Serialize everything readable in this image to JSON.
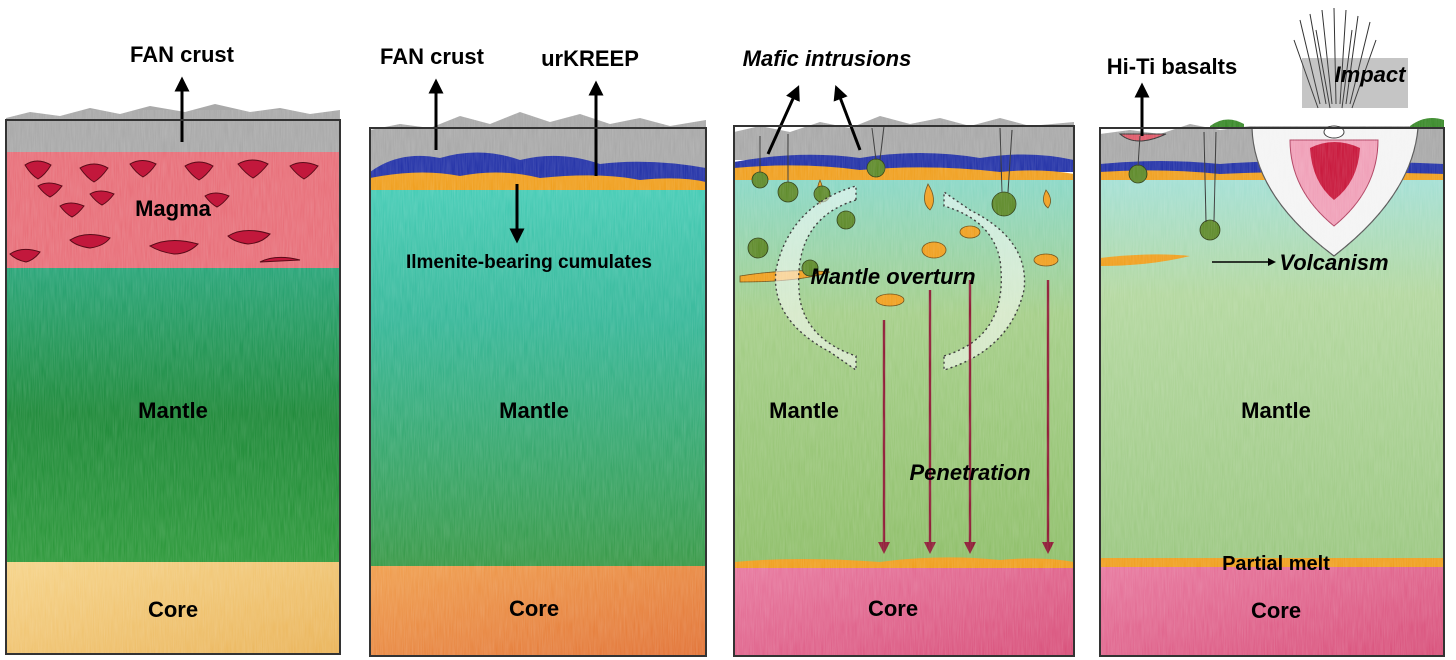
{
  "panels": [
    {
      "id": "p1",
      "labels": {
        "crust": "FAN crust",
        "magma": "Magma",
        "mantle": "Mantle",
        "core": "Core"
      }
    },
    {
      "id": "p2",
      "labels": {
        "crust": "FAN crust",
        "kreep": "urKREEP",
        "cumulates": "Ilmenite-bearing cumulates",
        "mantle": "Mantle",
        "core": "Core"
      }
    },
    {
      "id": "p3",
      "labels": {
        "intrusions": "Mafic intrusions",
        "overturn": "Mantle overturn",
        "mantle": "Mantle",
        "penetration": "Penetration",
        "core": "Core"
      }
    },
    {
      "id": "p4",
      "labels": {
        "basalts": "Hi-Ti basalts",
        "impact": "Impact",
        "volcanism": "Volcanism",
        "mantle": "Mantle",
        "partial_melt": "Partial melt",
        "core": "Core"
      }
    }
  ],
  "colors": {
    "crust": "#a9a9a9",
    "magma": "#e8505f",
    "mantle_dark": "#1f8a3a",
    "mantle_teal": "#48cdb7",
    "mantle_light": "#8fbf6a",
    "kreep": "#2433a8",
    "ilmenite": "#f0a020",
    "core_yellow": "#f2c36b",
    "core_orange": "#e8803a",
    "core_pink": "#e0608a",
    "intrusion": "#5e8a2a"
  }
}
